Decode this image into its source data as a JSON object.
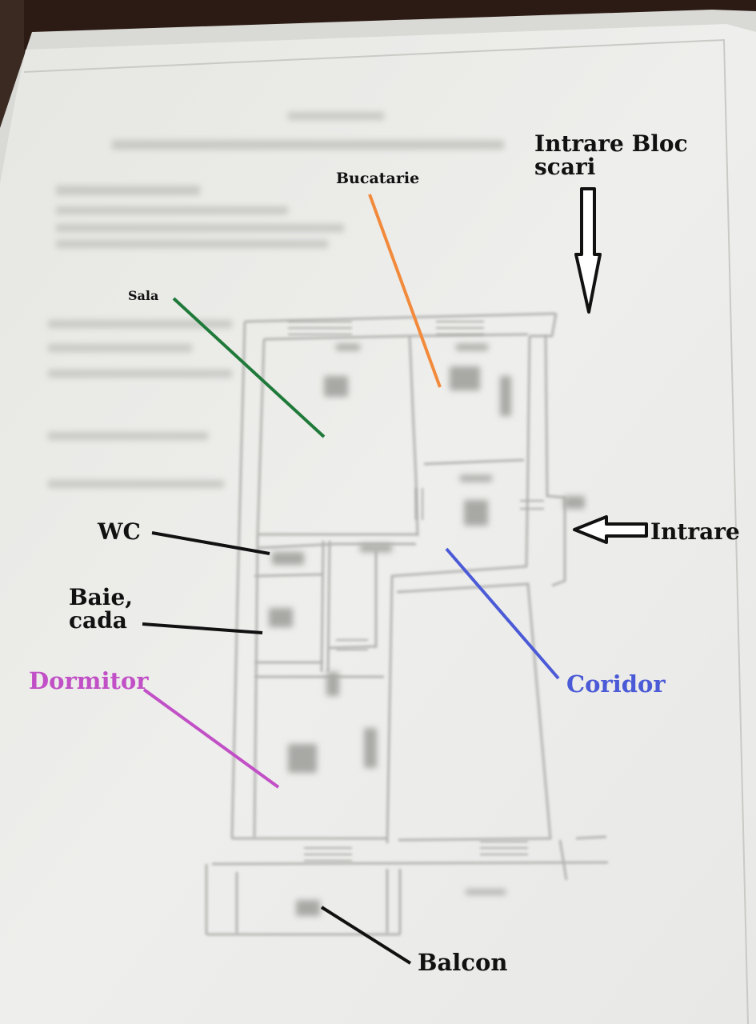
{
  "labels": {
    "intrare_bloc": "Intrare Bloc\nscari",
    "bucatarie": "Bucatarie",
    "sala": "Sala",
    "wc": "WC",
    "intrare": "Intrare",
    "baie": "Baie,\ncada",
    "dormitor": "Dormitor",
    "coridor": "Coridor",
    "balcon": "Balcon"
  },
  "colors": {
    "sala_line": "#1f7a3a",
    "bucatarie_line": "#f28a3c",
    "dormitor_line": "#c150c6",
    "coridor_line": "#4b5ad6",
    "black_line": "#111111",
    "dormitor_text": "#c150c6",
    "coridor_text": "#4b5ad6",
    "paper": "#ebebe8",
    "plan_ink": "#b3b3b0"
  }
}
